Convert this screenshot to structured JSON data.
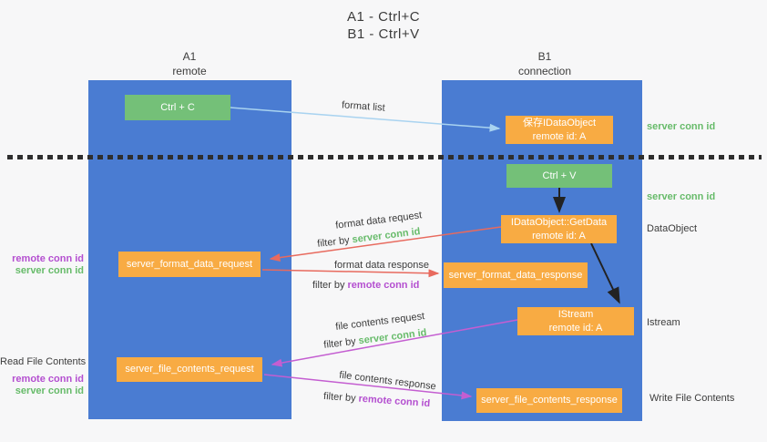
{
  "title": {
    "line1": "A1 - Ctrl+C",
    "line2": "B1 - Ctrl+V"
  },
  "columns": {
    "a1": {
      "name": "A1",
      "subtitle": "remote"
    },
    "b1": {
      "name": "B1",
      "subtitle": "connection"
    }
  },
  "boxes": {
    "ctrl_c": "Ctrl + C",
    "ctrl_v": "Ctrl + V",
    "save_dataobject": {
      "line1": "保存IDataObject",
      "line2": "remote id: A"
    },
    "getdata": {
      "line1": "IDataObject::GetData",
      "line2": "remote id: A"
    },
    "istream": {
      "line1": "IStream",
      "line2": "remote id: A"
    },
    "format_request": "server_format_data_request",
    "format_response": "server_format_data_response",
    "file_request": "server_file_contents_request",
    "file_response": "server_file_contents_response"
  },
  "right_labels": {
    "server_conn_id_top": "server conn id",
    "server_conn_id_mid": "server conn id",
    "dataobject": "DataObject",
    "istream": "Istream",
    "write_file_contents": "Write File Contents"
  },
  "left_labels": {
    "remote_conn_id_top": "remote conn id",
    "server_conn_id_top": "server conn id",
    "read_file_contents": "Read File Contents",
    "remote_conn_id_bottom": "remote conn id",
    "server_conn_id_bottom": "server conn id"
  },
  "arrow_labels": {
    "format_list": "format list",
    "format_request": "format data request",
    "format_response": "format data response",
    "file_request": "file contents request",
    "file_response": "file contents response",
    "filter_prefix": "filter by",
    "server_conn_id": "server conn id",
    "remote_conn_id": "remote conn id"
  },
  "colors": {
    "lane_blue": "#4a7cd2",
    "box_green": "#74c078",
    "box_orange": "#f8ab43",
    "label_green": "#67bb6a",
    "label_purple": "#b44fd0",
    "arrow_light_blue": "#a9d3f0",
    "arrow_red": "#e86a5e",
    "arrow_magenta": "#c45ed1",
    "arrow_black": "#222222"
  }
}
